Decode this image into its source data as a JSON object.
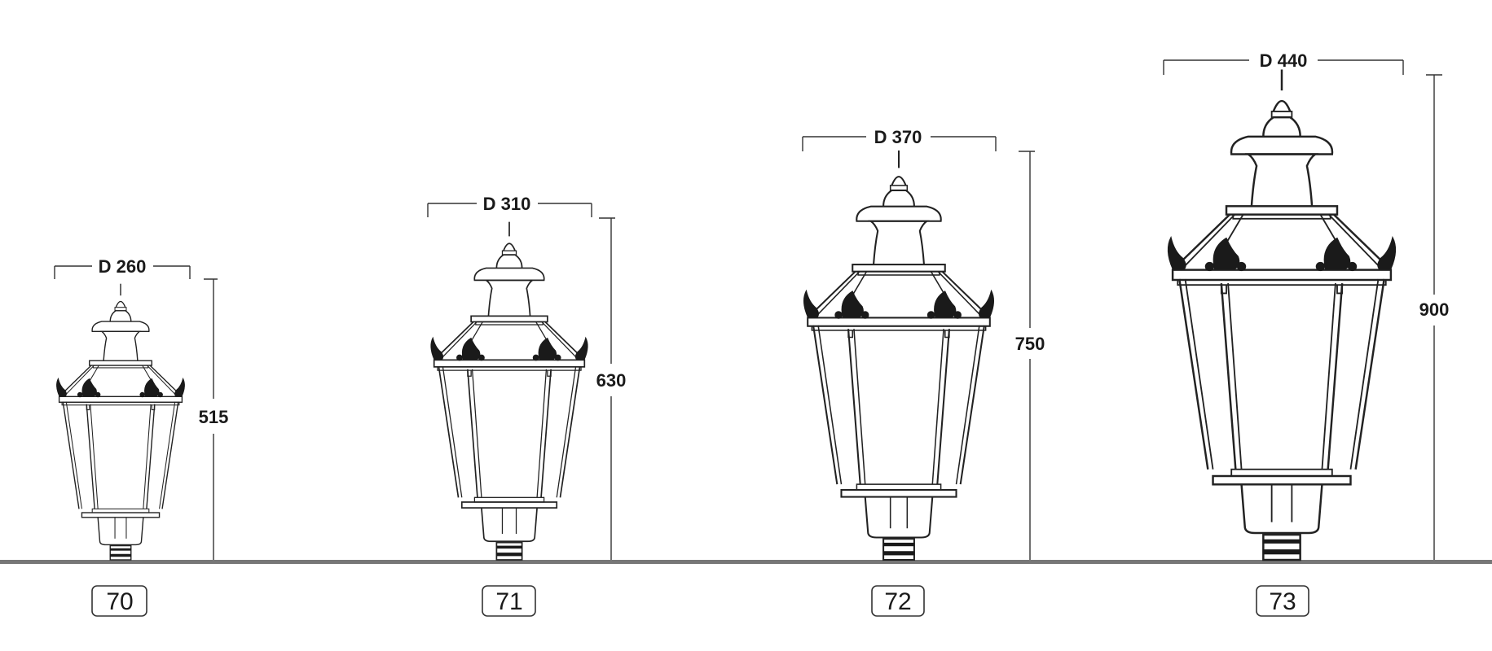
{
  "lanterns": [
    {
      "model": "70",
      "diameter_label": "D 260",
      "height_label": "515",
      "diameter_mm": 260,
      "height_mm": 515
    },
    {
      "model": "71",
      "diameter_label": "D 310",
      "height_label": "630",
      "diameter_mm": 310,
      "height_mm": 630
    },
    {
      "model": "72",
      "diameter_label": "D 370",
      "height_label": "750",
      "diameter_mm": 370,
      "height_mm": 750
    },
    {
      "model": "73",
      "diameter_label": "D 440",
      "height_label": "900",
      "diameter_mm": 440,
      "height_mm": 900
    }
  ],
  "colors": {
    "line": "#222222",
    "ground": "#777777",
    "background": "#ffffff"
  }
}
